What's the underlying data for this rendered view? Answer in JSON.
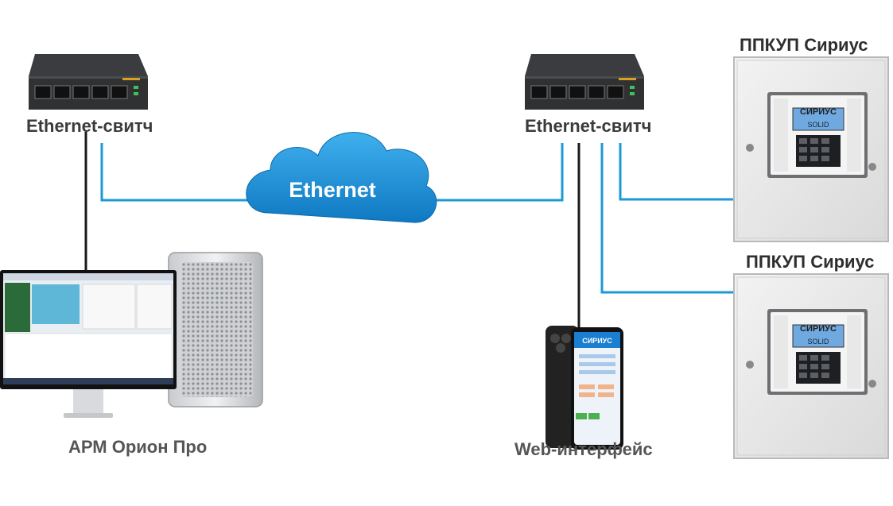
{
  "nodes": {
    "switch_left": {
      "label": "Ethernet-свитч"
    },
    "switch_right": {
      "label": "Ethernet-свитч"
    },
    "cloud": {
      "label": "Ethernet"
    },
    "panel_top": {
      "label": "ППКУП Сириус",
      "screen_title": "СИРИУС",
      "display_text": "SOLID"
    },
    "panel_bottom": {
      "label": "ППКУП Сириус",
      "screen_title": "СИРИУС",
      "display_text": "SOLID"
    },
    "workstation": {
      "label": "АРМ Орион Про"
    },
    "phone": {
      "label": "Web-интерфейс",
      "screen_title": "СИРИУС"
    }
  },
  "colors": {
    "ethernet_link": "#1b9ad6",
    "wire": "#1a1a1a",
    "cloud": "#1f8fd3",
    "label": "#3b3b3b"
  }
}
